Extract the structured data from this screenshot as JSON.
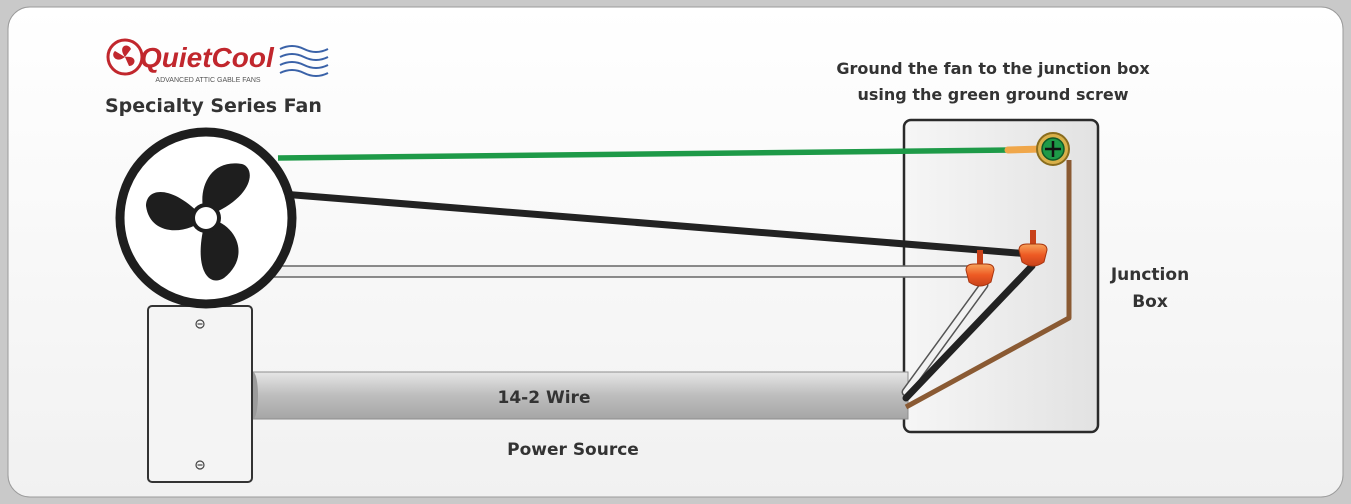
{
  "brand": {
    "logo_word": "QuietCool",
    "tagline": "ADVANCED ATTIC GABLE FANS",
    "product": "Specialty Series Fan"
  },
  "labels": {
    "ground_line1": "Ground the fan to the junction box",
    "ground_line2": "using the green ground screw",
    "junction_line1": "Junction",
    "junction_line2": "Box",
    "wire": "14-2 Wire",
    "power": "Power Source"
  },
  "colors": {
    "ground_wire": "#1e9a48",
    "hot_wire": "#222222",
    "neutral_wire": "#e8e8e8",
    "bare_ground": "#8a5a33",
    "wire_nut": "#ee5a24",
    "ground_screw": "#1e9a48",
    "logo_red": "#c1272d",
    "logo_blue": "#3a62a8"
  },
  "icons": [
    "fan-icon",
    "ground-screw-icon",
    "wire-nut-icon",
    "outlet-screw-icon"
  ]
}
